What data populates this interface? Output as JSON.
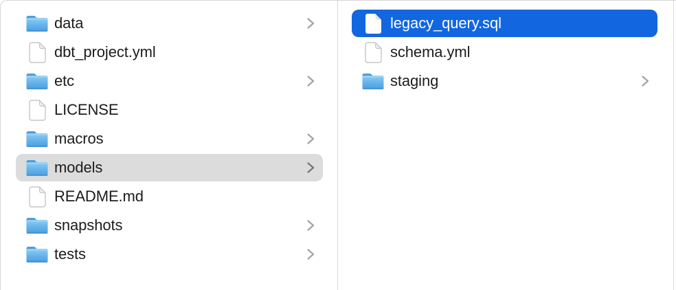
{
  "window": {
    "app": "Finder",
    "view_mode": "column-view"
  },
  "colors": {
    "background": "#ffffff",
    "divider": "#d9d9d9",
    "selection_blue": "#1266e0",
    "selection_gray": "#dcdcdc",
    "text": "#1c1c1e",
    "text_selected": "#ffffff",
    "chevron": "#a3a3a8",
    "chevron_on_gray": "#76767b",
    "folder_blue": "#63b1ea"
  },
  "icons": {
    "folder": "folder-icon",
    "file": "document-icon",
    "chevron": "chevron-right-icon"
  },
  "columns": [
    {
      "name": "parent-folder-column",
      "items": [
        {
          "label": "data",
          "type": "folder",
          "chevron": true,
          "selected": "none"
        },
        {
          "label": "dbt_project.yml",
          "type": "file",
          "chevron": false,
          "selected": "none"
        },
        {
          "label": "etc",
          "type": "folder",
          "chevron": true,
          "selected": "none"
        },
        {
          "label": "LICENSE",
          "type": "file",
          "chevron": false,
          "selected": "none"
        },
        {
          "label": "macros",
          "type": "folder",
          "chevron": true,
          "selected": "none"
        },
        {
          "label": "models",
          "type": "folder",
          "chevron": true,
          "selected": "gray"
        },
        {
          "label": "README.md",
          "type": "file",
          "chevron": false,
          "selected": "none"
        },
        {
          "label": "snapshots",
          "type": "folder",
          "chevron": true,
          "selected": "none"
        },
        {
          "label": "tests",
          "type": "folder",
          "chevron": true,
          "selected": "none"
        }
      ]
    },
    {
      "name": "models-folder-column",
      "items": [
        {
          "label": "legacy_query.sql",
          "type": "file",
          "chevron": false,
          "selected": "blue"
        },
        {
          "label": "schema.yml",
          "type": "file",
          "chevron": false,
          "selected": "none"
        },
        {
          "label": "staging",
          "type": "folder",
          "chevron": true,
          "selected": "none"
        }
      ]
    }
  ]
}
